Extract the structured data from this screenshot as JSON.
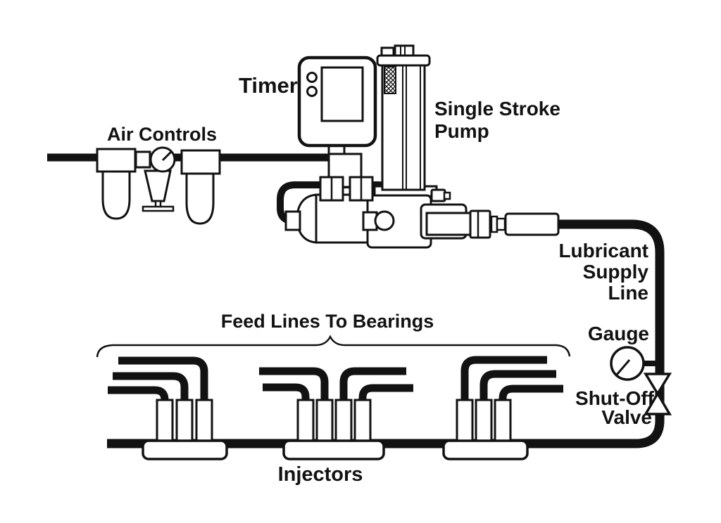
{
  "diagram": {
    "kind": "black-and-white technical line diagram of a single-stroke centralized lubrication system",
    "colors": {
      "ink": "#121212",
      "paper": "#ffffff"
    }
  },
  "labels": {
    "timer": "Timer",
    "air_controls": "Air Controls",
    "pump_line1": "Single Stroke",
    "pump_line2": "Pump",
    "supply_line1": "Lubricant",
    "supply_line2": "Supply",
    "supply_line3": "Line",
    "gauge": "Gauge",
    "valve_line1": "Shut-Off",
    "valve_line2": "Valve",
    "feed_lines": "Feed Lines To Bearings",
    "injectors": "Injectors"
  }
}
